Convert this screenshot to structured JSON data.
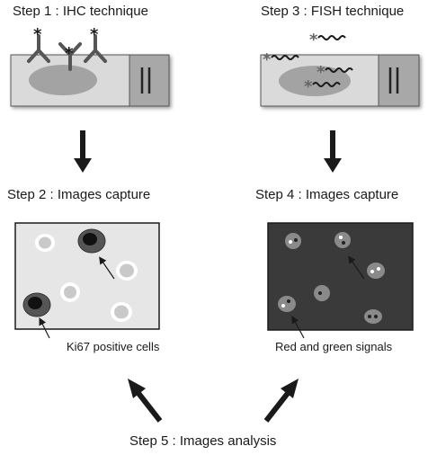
{
  "steps": {
    "step1": "Step 1 : IHC technique",
    "step2": "Step 2 : Images capture",
    "step3": "Step 3 : FISH technique",
    "step4": "Step 4 : Images capture",
    "step5": "Step 5 : Images analysis"
  },
  "captions": {
    "left": "Ki67 positive cells",
    "right": "Red and green signals"
  },
  "colors": {
    "slide": "#d9d9d9",
    "slide_label": "#a8a8a8",
    "tissue": "#a3a3a3",
    "panel_light": "#e6e6e6",
    "panel_dark": "#3a3a3a",
    "arrow": "#1a1a1a"
  }
}
